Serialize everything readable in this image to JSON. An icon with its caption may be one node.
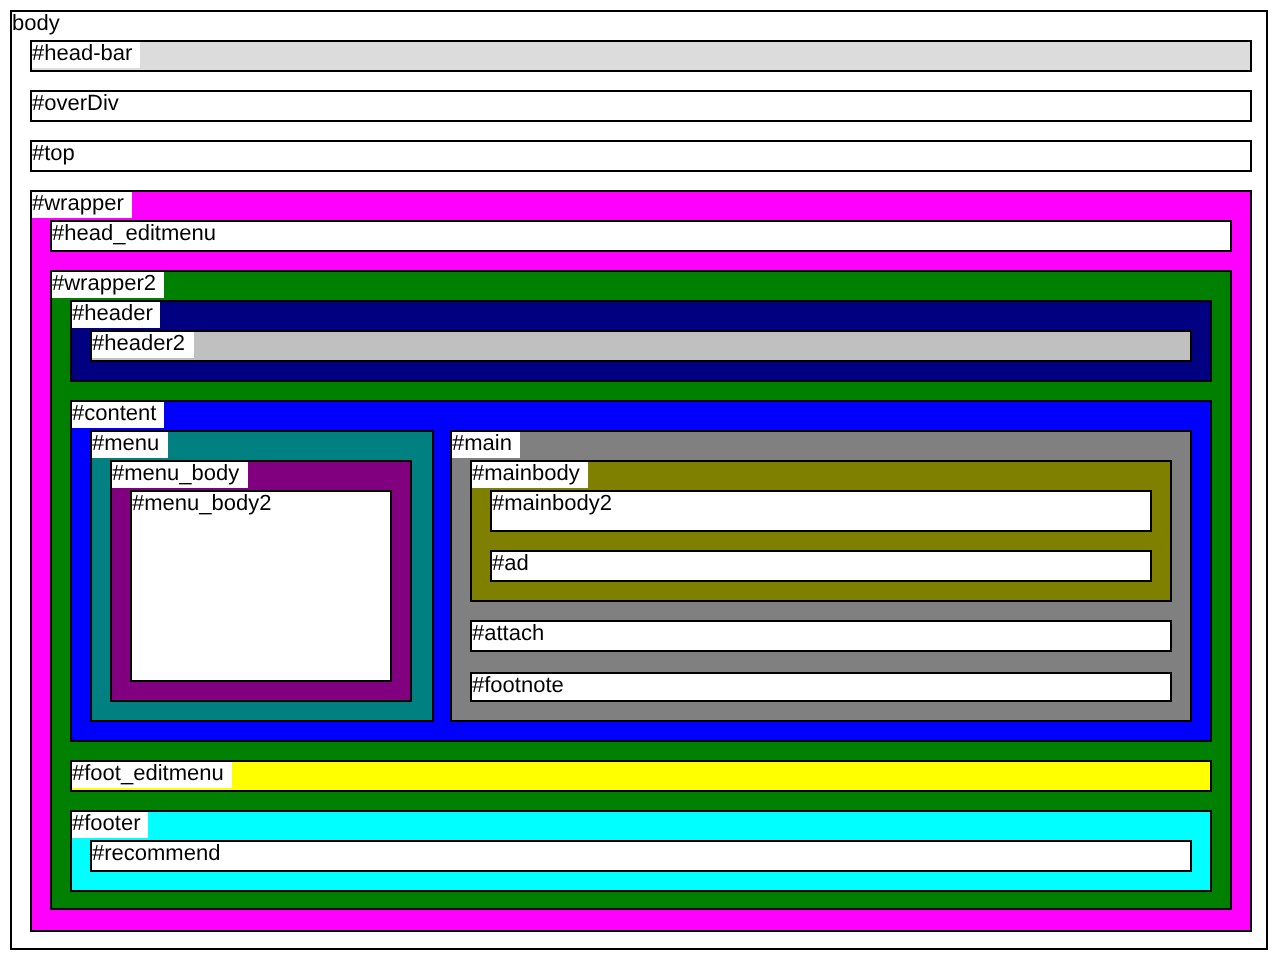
{
  "diagram": {
    "nodes": [
      {
        "text": [
          "body"
        ]
      },
      {
        "text": [
          "#head-bar"
        ],
        "in": 0
      },
      {
        "text": [
          "#overDiv"
        ],
        "in": 0
      },
      {
        "text": [
          "#top"
        ],
        "in": 0
      },
      {
        "text": [
          "#wrapper"
        ],
        "in": 0
      },
      {
        "text": [
          "#head_editmenu"
        ],
        "in": 4
      },
      {
        "text": [
          "#wrapper2"
        ],
        "in": 4
      },
      {
        "text": [
          "#header"
        ],
        "in": 6
      },
      {
        "text": [
          "#header2"
        ],
        "in": 7
      },
      {
        "text": [
          "#content"
        ],
        "in": 6
      },
      {
        "text": [
          "#menu"
        ],
        "in": 9
      },
      {
        "text": [
          "#menu_body"
        ],
        "in": 10
      },
      {
        "text": [
          "#menu_body2"
        ],
        "in": 11
      },
      {
        "text": [
          "#main"
        ],
        "in": 9
      },
      {
        "text": [
          "#mainbody"
        ],
        "in": 13
      },
      {
        "text": [
          "#mainbody2"
        ],
        "in": 14
      },
      {
        "text": [
          "#ad"
        ],
        "in": 14
      },
      {
        "text": [
          "#attach"
        ],
        "in": 13
      },
      {
        "text": [
          "#footnote"
        ],
        "in": 13
      },
      {
        "text": [
          "#foot_editmenu"
        ],
        "in": 6
      },
      {
        "text": [
          "#footer"
        ],
        "in": 6
      },
      {
        "text": [
          "#recommend"
        ],
        "in": 20
      }
    ]
  }
}
